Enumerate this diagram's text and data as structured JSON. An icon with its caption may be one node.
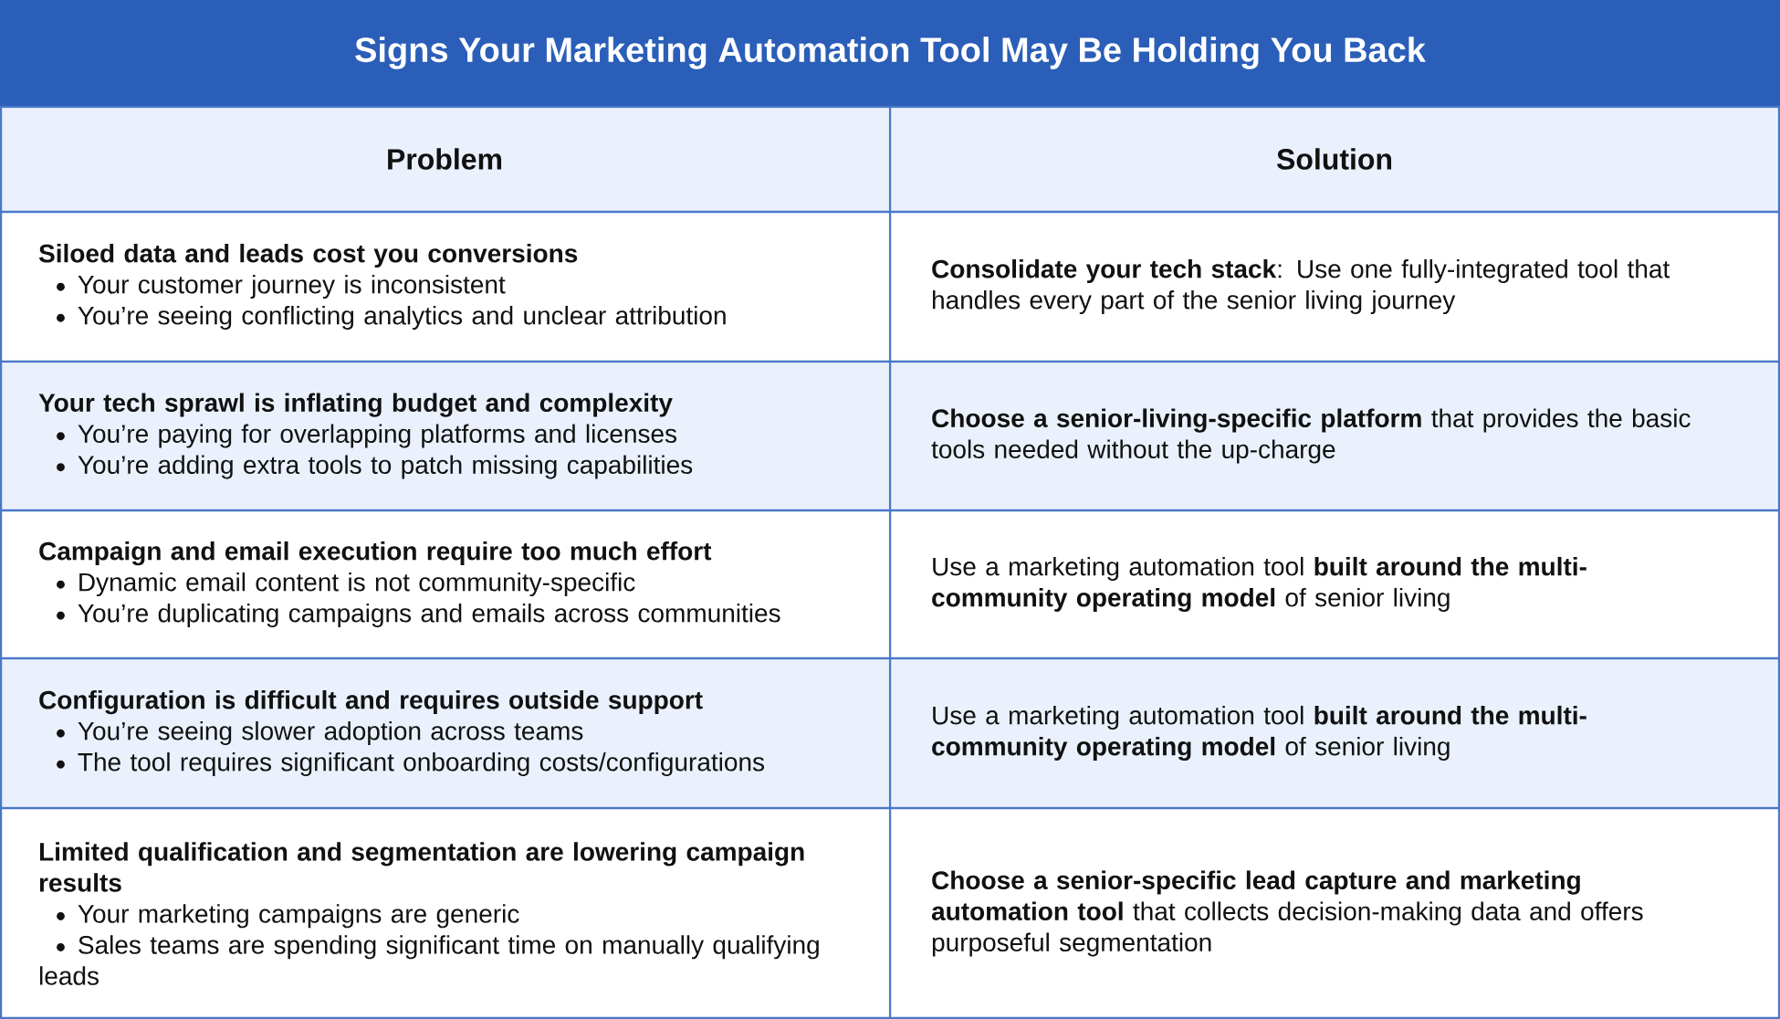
{
  "diagram": {
    "title": "Signs Your Marketing Automation Tool May Be Holding You Back",
    "labels": [
      "Problem",
      "Solution",
      "Siloed data and leads cost you conversions",
      "Your customer journey is inconsistent",
      "You’re seeing conflicting analytics and unclear attribution",
      "**Consolidate your tech stack**: Use one fully-integrated tool that handles every part of the senior living journey",
      "Your tech sprawl is inflating budget and complexity",
      "You’re paying for overlapping platforms and licenses",
      "You’re adding extra tools to patch missing capabilities",
      "**Choose a senior-living-specific platform** that provides the basic tools needed without the up-charge",
      "Campaign and email execution require too much effort",
      "Dynamic email content is not community-specific",
      "You’re duplicating campaigns and emails across communities",
      "Use a marketing automation tool **built around the multi-community operating model** of senior living",
      "Configuration is difficult and requires outside support",
      "You’re seeing slower adoption across teams",
      "The tool requires significant onboarding costs/configurations",
      "Use a marketing automation tool **built around the multi-community operating model** of senior living",
      "Limited qualification and segmentation are lowering campaign results",
      "Your marketing campaigns are generic",
      "Sales teams are spending significant time on manually qualifying leads",
      "**Choose a senior-specific lead capture and marketing automation tool** that collects decision-making data and offers purposeful segmentation"
    ]
  }
}
